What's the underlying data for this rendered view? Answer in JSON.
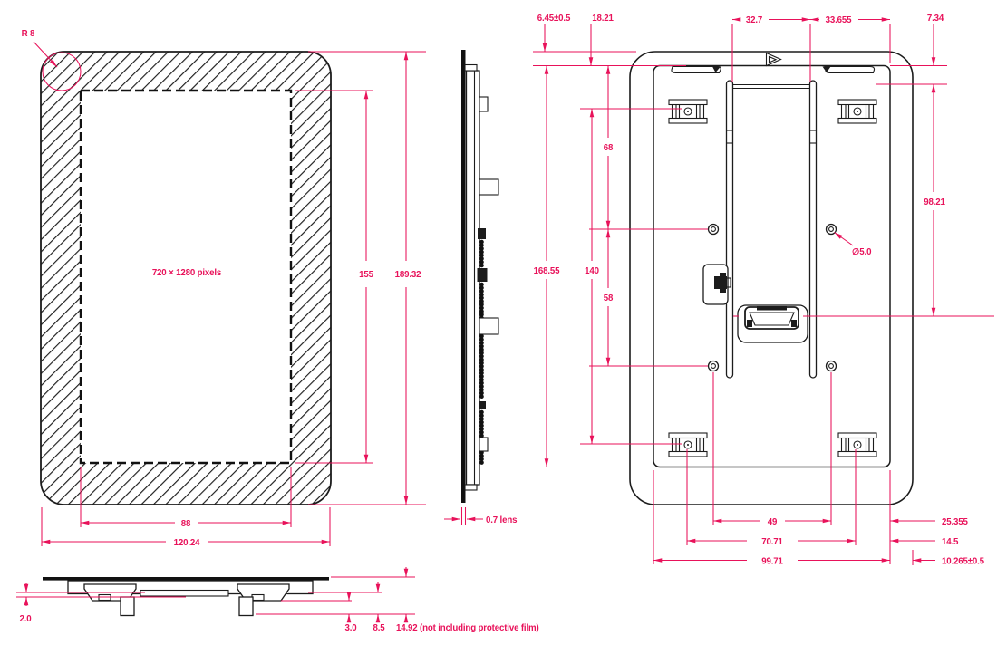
{
  "colors": {
    "dim": "#e8125a",
    "ink": "#1c1c1c"
  },
  "front_view": {
    "corner_radius": "R 8",
    "screen_label": "720 × 1280 pixels",
    "screen_height": "155",
    "overall_height": "189.32",
    "screen_width": "88",
    "overall_width": "120.24"
  },
  "side_view": {
    "lens_thickness": "0.7 lens"
  },
  "back_view": {
    "glass_offset": "6.45±0.5",
    "edge_to_bracket": "18.21",
    "rail_span": "32.7",
    "rail_to_edge": "33.655",
    "edge_step": "7.34",
    "panel_height": "168.55",
    "bracket_span_v": "140",
    "top_to_hole": "68",
    "hole_spacing_v": "58",
    "rail_to_port": "98.21",
    "hole_diameter": "∅5.0",
    "hole_spacing_h": "49",
    "bracket_span_h": "70.71",
    "panel_width": "99.71",
    "hole_to_edge": "25.355",
    "bracket_to_edge": "14.5",
    "panel_to_outer": "10.265±0.5"
  },
  "bottom_view": {
    "flange_gap": "2.0",
    "hook_depth": "3.0",
    "body_depth": "8.5",
    "total_depth": "14.92 (not including protective film)"
  }
}
